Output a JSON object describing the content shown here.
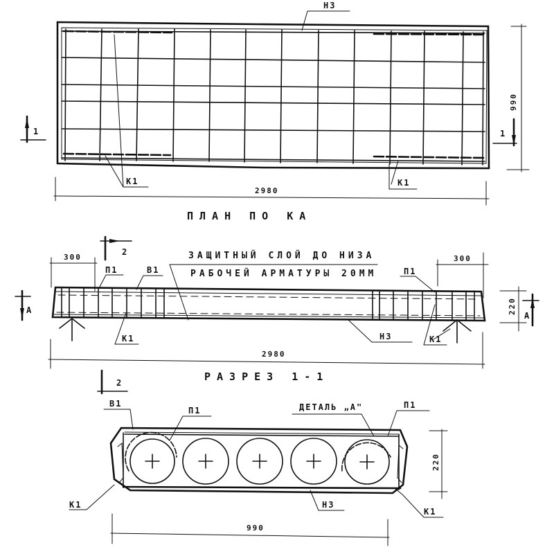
{
  "plan": {
    "title": "ПЛАН ПО КА",
    "top_label": "Н3",
    "dim_length": "2980",
    "dim_width": "990",
    "frame_label_left": "К1",
    "frame_label_right": "К1",
    "section_mark_left": "1",
    "section_mark_right": "1"
  },
  "section_1_1": {
    "title": "РАЗРЕЗ 1-1",
    "note_line1": "ЗАЩИТНЫЙ СЛОЙ ДО НИЗА",
    "note_line2": "РАБОЧЕЙ АРМАТУРЫ 20ММ",
    "dim_left": "300",
    "dim_right": "300",
    "dim_length": "2980",
    "dim_height": "220",
    "label_p1_left": "П1",
    "label_v1": "В1",
    "label_k1_left": "К1",
    "label_n3": "Н3",
    "label_p1_right": "П1",
    "label_k1_right": "К1",
    "section_mark_2": "2",
    "view_mark_left": "А",
    "view_mark_right": "А"
  },
  "section_2_2": {
    "section_mark": "2",
    "label_v1": "В1",
    "label_p1_left": "П1",
    "label_detail": "ДЕТАЛЬ „А\"",
    "label_p1_right": "П1",
    "label_k1_left": "К1",
    "label_n3": "Н3",
    "label_k1_right": "К1",
    "dim_width": "990",
    "dim_height": "220",
    "void_count": 5
  }
}
